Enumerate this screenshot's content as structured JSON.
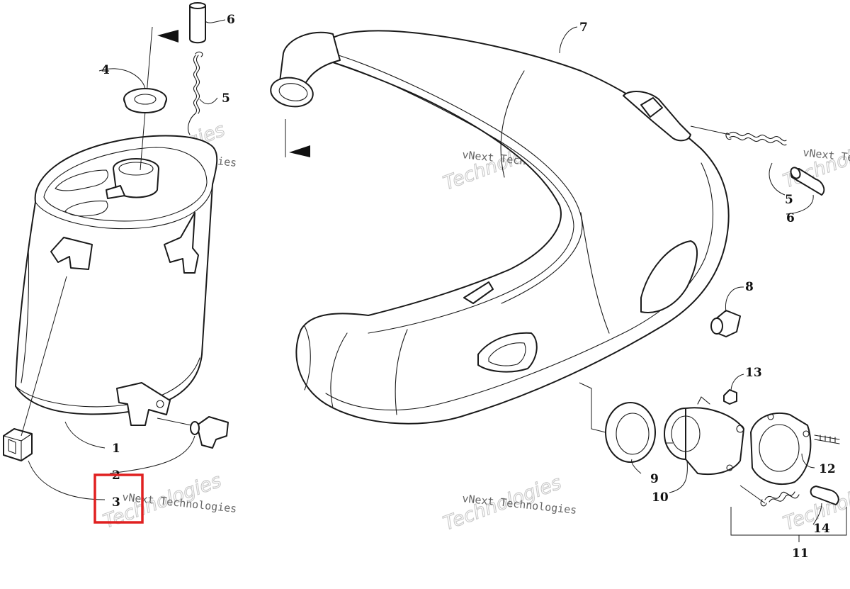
{
  "callouts": [
    {
      "label": "1"
    },
    {
      "label": "2"
    },
    {
      "label": "3"
    },
    {
      "label": "4"
    },
    {
      "label": "5"
    },
    {
      "label": "6"
    },
    {
      "label": "7"
    },
    {
      "label": "5"
    },
    {
      "label": "6"
    },
    {
      "label": "8"
    },
    {
      "label": "13"
    },
    {
      "label": "12"
    },
    {
      "label": "9"
    },
    {
      "label": "10"
    },
    {
      "label": "14"
    },
    {
      "label": "11"
    }
  ],
  "watermark": {
    "line1": "vNext Technologies",
    "line2": "Technologies"
  },
  "highlight": {
    "color": "#e02020",
    "target": "3"
  },
  "colors": {
    "line": "#1a1a1a",
    "background": "#ffffff"
  }
}
